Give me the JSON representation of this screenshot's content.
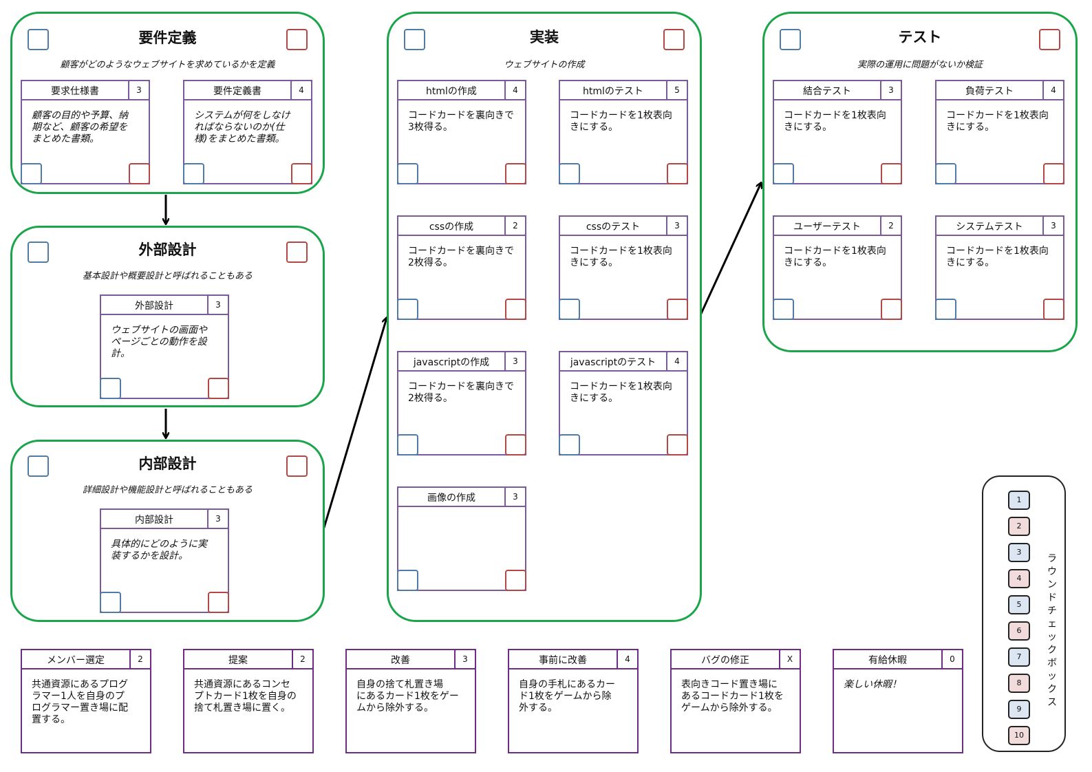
{
  "phases": {
    "req": {
      "title": "要件定義",
      "subtitle": "顧客がどのようなウェブサイトを求めているかを定義"
    },
    "ext": {
      "title": "外部設計",
      "subtitle": "基本設計や概要設計と呼ばれることもある"
    },
    "int": {
      "title": "内部設計",
      "subtitle": "詳細設計や機能設計と呼ばれることもある"
    },
    "impl": {
      "title": "実装",
      "subtitle": "ウェブサイトの作成"
    },
    "test": {
      "title": "テスト",
      "subtitle": "実際の運用に問題がないか検証"
    }
  },
  "cards": {
    "req_spec": {
      "title": "要求仕様書",
      "num": "3",
      "body": "顧客の目的や予算、納\n期など、顧客の希望を\nまとめた書類。"
    },
    "req_def": {
      "title": "要件定義書",
      "num": "4",
      "body": "システムが何をしなけ\nればならないのか(仕\n様)をまとめた書類。"
    },
    "ext_design": {
      "title": "外部設計",
      "num": "3",
      "body": "ウェブサイトの画面や\nページごとの動作を設\n計。"
    },
    "int_design": {
      "title": "内部設計",
      "num": "3",
      "body": "具体的にどのように実\n装するかを設計。"
    },
    "html_make": {
      "title": "htmlの作成",
      "num": "4",
      "body": "コードカードを裏向きで\n3枚得る。"
    },
    "html_test": {
      "title": "htmlのテスト",
      "num": "5",
      "body": "コードカードを1枚表向\nきにする。"
    },
    "css_make": {
      "title": "cssの作成",
      "num": "2",
      "body": "コードカードを裏向きで\n2枚得る。"
    },
    "css_test": {
      "title": "cssのテスト",
      "num": "3",
      "body": "コードカードを1枚表向\nきにする。"
    },
    "js_make": {
      "title": "javascriptの作成",
      "num": "3",
      "body": "コードカードを裏向きで\n2枚得る。"
    },
    "js_test": {
      "title": "javascriptのテスト",
      "num": "4",
      "body": "コードカードを1枚表向\nきにする。"
    },
    "img_make": {
      "title": "画像の作成",
      "num": "3",
      "body": ""
    },
    "integ_test": {
      "title": "結合テスト",
      "num": "3",
      "body": "コードカードを1枚表向\nきにする。"
    },
    "load_test": {
      "title": "負荷テスト",
      "num": "4",
      "body": "コードカードを1枚表向\nきにする。"
    },
    "user_test": {
      "title": "ユーザーテスト",
      "num": "2",
      "body": "コードカードを1枚表向\nきにする。"
    },
    "sys_test": {
      "title": "システムテスト",
      "num": "3",
      "body": "コードカードを1枚表向\nきにする。"
    }
  },
  "actions": [
    {
      "title": "メンバー選定",
      "num": "2",
      "body": "共通資源にあるプログ\nラマー1人を自身のプ\nログラマー置き場に配\n置する。"
    },
    {
      "title": "提案",
      "num": "2",
      "body": "共通資源にあるコンセ\nプトカード1枚を自身の\n捨て札置き場に置く。"
    },
    {
      "title": "改善",
      "num": "3",
      "body": "自身の捨て札置き場\nにあるカード1枚をゲー\nムから除外する。"
    },
    {
      "title": "事前に改善",
      "num": "4",
      "body": "自身の手札にあるカー\nド1枚をゲームから除\n外する。"
    },
    {
      "title": "バグの修正",
      "num": "X",
      "body": "表向きコード置き場に\nあるコードカード1枚を\nゲームから除外する。"
    },
    {
      "title": "有給休暇",
      "num": "0",
      "body": "楽しい休暇！"
    }
  ],
  "legend": {
    "label": "ラウンドチェックボックス",
    "rounds": [
      "1",
      "2",
      "3",
      "4",
      "5",
      "6",
      "7",
      "8",
      "9",
      "10"
    ]
  },
  "colors": {
    "phase_border": "#1aa54a",
    "card_border": "#7a5a98",
    "check_blue": "#4f7ba6",
    "check_red": "#b24744",
    "round_odd": "#dce6f2",
    "round_even": "#f2dcdb"
  }
}
